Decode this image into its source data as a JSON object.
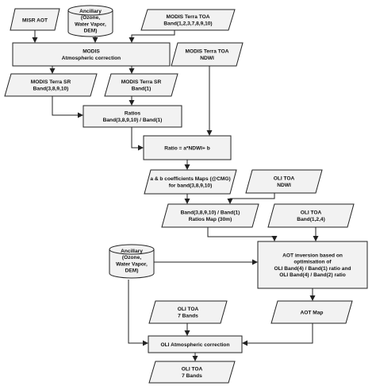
{
  "diagram": {
    "nodes": {
      "misr_aot": {
        "lines": [
          "MISR AOT"
        ]
      },
      "ancillary_top": {
        "lines": [
          "Ancillary",
          "(Ozone,",
          "Water Vapor,",
          "DEM)"
        ]
      },
      "modis_toa_bands": {
        "lines": [
          "MODIS Terra TOA",
          "Band(1,2,3,7,8,9,10)"
        ]
      },
      "modis_atm_corr": {
        "lines": [
          "MODIS",
          "Atmospheric correction"
        ]
      },
      "modis_toa_ndwi": {
        "lines": [
          "MODIS Terra TOA",
          "NDWI"
        ]
      },
      "modis_sr_bands": {
        "lines": [
          "MODIS Terra SR",
          "Band(3,8,9,10)"
        ]
      },
      "modis_sr_band1": {
        "lines": [
          "MODIS Terra SR",
          "Band(1)"
        ]
      },
      "ratios": {
        "lines": [
          "Ratios",
          "Band(3,8,9,10) / Band(1)"
        ]
      },
      "ratio_eq": {
        "lines": [
          "Ratio = a*NDWI+ b"
        ]
      },
      "coeff_maps": {
        "lines": [
          "a & b coefficients Maps (@CMG)",
          "for band(3,8,9,10)"
        ]
      },
      "oli_toa_ndwi": {
        "lines": [
          "OLI TOA",
          "NDWI"
        ]
      },
      "ratios_map": {
        "lines": [
          "Band(3,8,9,10) / Band(1)",
          "Ratios Map (30m)"
        ]
      },
      "oli_toa_band124": {
        "lines": [
          "OLI TOA",
          "Band(1,2,4)"
        ]
      },
      "ancillary_bottom": {
        "lines": [
          "Ancillary",
          "(Ozone,",
          "Water Vapor,",
          "DEM)"
        ]
      },
      "aot_inversion": {
        "lines": [
          "AOT inversion based on",
          "optimisation of",
          "OLI Band(4) / Band(1) ratio and",
          "OLI Band(4) / Band(2) ratio"
        ]
      },
      "oli_toa_7bands_in": {
        "lines": [
          "OLI TOA",
          "7 Bands"
        ]
      },
      "aot_map": {
        "lines": [
          "AOT Map"
        ]
      },
      "oli_atm_corr": {
        "lines": [
          "OLI Atmospheric correction"
        ]
      },
      "oli_toa_7bands_out": {
        "lines": [
          "OLI TOA",
          "7 Bands"
        ]
      }
    }
  }
}
